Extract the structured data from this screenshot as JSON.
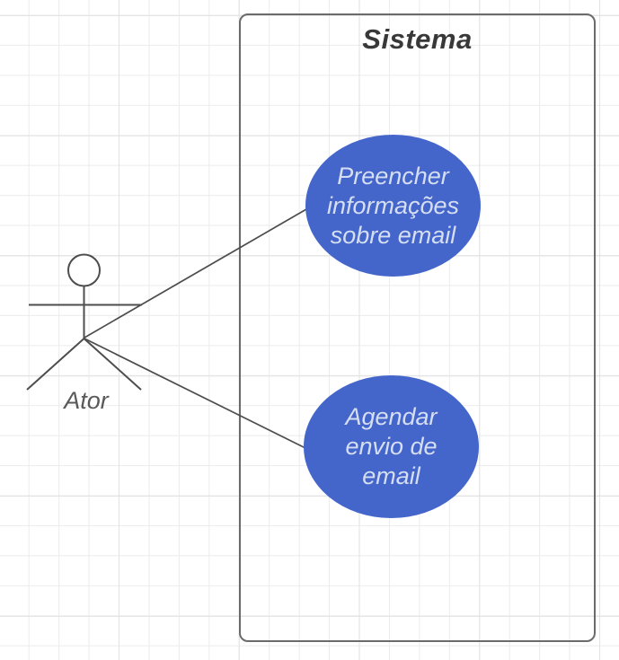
{
  "diagram": {
    "type": "uml-use-case",
    "system": {
      "title": "Sistema"
    },
    "actor": {
      "label": "Ator"
    },
    "use_cases": [
      {
        "label": "Preencher\ninformações\nsobre email"
      },
      {
        "label": "Agendar\nenvio de\nemail"
      }
    ],
    "associations": [
      {
        "from": "Ator",
        "to": "Preencher informações sobre email"
      },
      {
        "from": "Ator",
        "to": "Agendar envio de email"
      }
    ],
    "colors": {
      "use_case_fill": "#4466cb",
      "use_case_text": "#d6def2",
      "boundary_border": "#6b6b6b",
      "connector_line": "#4d4d4d",
      "title_text": "#383838",
      "actor_label_text": "#595959",
      "grid_minor": "#ececec",
      "grid_major": "#e2e2e2",
      "canvas_bg": "#ffffff"
    }
  }
}
